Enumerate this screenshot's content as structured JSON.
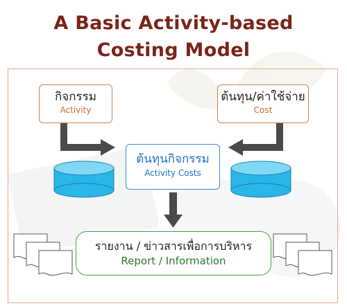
{
  "title": {
    "line1": "A Basic Activity-based",
    "line2": "Costing Model"
  },
  "nodes": {
    "activity": {
      "th": "กิจกรรม",
      "en": "Activity"
    },
    "cost": {
      "th": "ต้นทุน/ค่าใช้จ่าย",
      "en": "Cost"
    },
    "activity_costs": {
      "th": "ต้นทุนกิจกรรม",
      "en": "Activity Costs"
    },
    "report": {
      "th": "รายงาน / ข่าวสารเพื่อการบริหาร",
      "en": "Report / Information"
    }
  },
  "colors": {
    "title": "#7a2418",
    "frame": "#e3a98f",
    "input_box_border": "#c98253",
    "center_box_border": "#3b8fd9",
    "report_box_border": "#4c9c4a",
    "arrow": "#4a4a4a",
    "database_fill": "#29b6e8"
  }
}
